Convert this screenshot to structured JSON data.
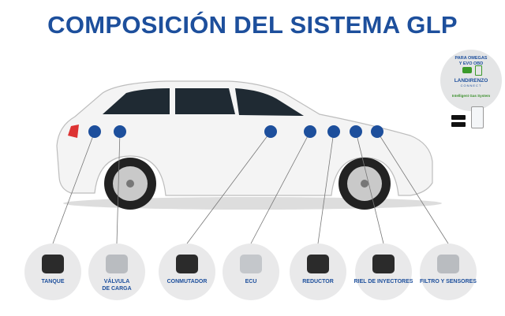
{
  "title": "COMPOSICIÓN DEL SISTEMA GLP",
  "badge": {
    "line1": "PARA OMEGAS",
    "line2": "Y EVO OBD",
    "brand": "LANDIRENZO",
    "brand_sub": "CONNECT",
    "tagline": "Intelligent Gas System"
  },
  "components": [
    {
      "label": "TANQUE",
      "label2": ""
    },
    {
      "label": "VÁLVULA",
      "label2": "DE CARGA"
    },
    {
      "label": "CONMUTADOR",
      "label2": ""
    },
    {
      "label": "ECU",
      "label2": ""
    },
    {
      "label": "REDUCTOR",
      "label2": ""
    },
    {
      "label": "RIEL DE INYECTORES",
      "label2": ""
    },
    {
      "label": "FILTRO Y SENSORES",
      "label2": ""
    }
  ],
  "colors": {
    "accent": "#1d4f9c",
    "circle": "#e9e9ea"
  }
}
